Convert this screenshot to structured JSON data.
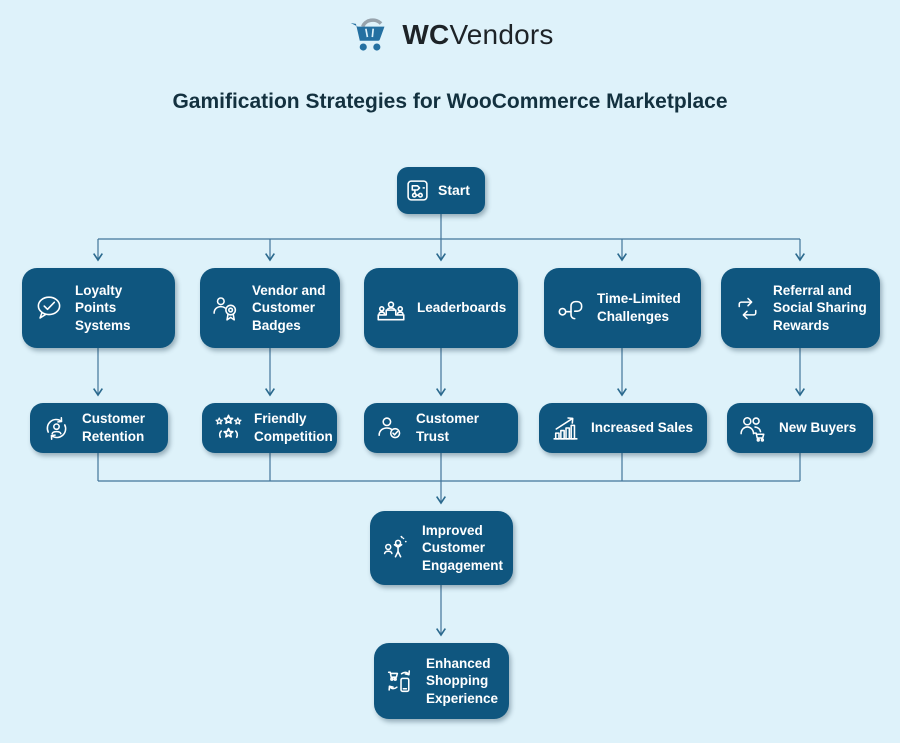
{
  "logo": {
    "brand_bold": "WC",
    "brand_regular": "Vendors",
    "icon": "shopping-cart-icon"
  },
  "title": "Gamification Strategies for WooCommerce Marketplace",
  "colors": {
    "background": "#def2fa",
    "node_fill": "#0f567f",
    "node_text": "#ffffff",
    "connector": "#41759a",
    "arrowhead": "#2b6a8e",
    "title_text": "#13313f",
    "logo_text": "#1d2327",
    "logo_cart_blue": "#2470a1",
    "logo_cart_gray": "#97a3ac"
  },
  "flowchart": {
    "start": {
      "label": "Start",
      "icon": "flowchart-icon"
    },
    "strategies": [
      {
        "label": "Loyalty Points Systems",
        "icon": "chat-check-icon"
      },
      {
        "label": "Vendor and Customer Badges",
        "icon": "person-badge-icon"
      },
      {
        "label": "Leaderboards",
        "icon": "podium-icon"
      },
      {
        "label": "Time-Limited Challenges",
        "icon": "abstract-shapes-icon"
      },
      {
        "label": "Referral and Social Sharing Rewards",
        "icon": "cycle-arrows-icon"
      }
    ],
    "outcomes": [
      {
        "label": "Customer Retention",
        "icon": "person-cycle-icon"
      },
      {
        "label": "Friendly Competition",
        "icon": "stars-icon"
      },
      {
        "label": "Customer Trust",
        "icon": "person-check-icon"
      },
      {
        "label": "Increased Sales",
        "icon": "bar-chart-growth-icon"
      },
      {
        "label": "New Buyers",
        "icon": "people-cart-icon"
      }
    ],
    "result": {
      "label": "Improved Customer Engagement",
      "icon": "people-engagement-icon"
    },
    "final": {
      "label": "Enhanced Shopping Experience",
      "icon": "cart-phone-icon"
    }
  }
}
